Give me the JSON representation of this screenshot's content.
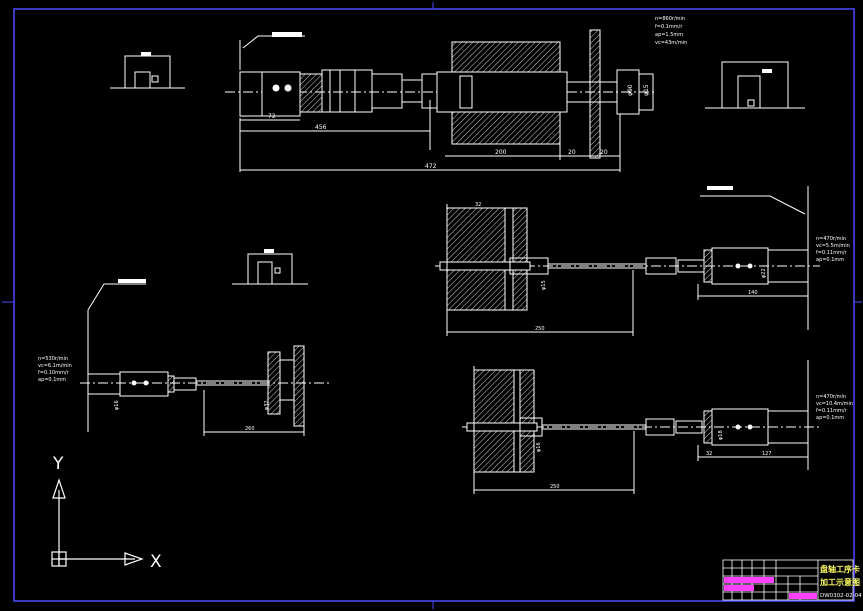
{
  "colors": {
    "background": "#000000",
    "line": "#ffffff",
    "frame": "#4a4aff",
    "text": "#ffffff",
    "title": "#ffff66",
    "magenta": "#ff40ff",
    "hatch": "#cfcfcf"
  },
  "main_view": {
    "dims": [
      "72",
      "456",
      "200",
      "20",
      "20",
      "472",
      "φ90",
      "φ15"
    ],
    "params": [
      "n=860r/min",
      "f=0.1mm/r",
      "ap=1.5mm",
      "vc=43m/min"
    ]
  },
  "view_2": {
    "dims": [
      "φ16",
      "260",
      "φ32"
    ],
    "params": [
      "n=530r/min",
      "vc=6.1m/min",
      "f=0.10mm/r",
      "ap=0.1mm"
    ]
  },
  "view_3": {
    "dims": [
      "32",
      "φ15",
      "φ22",
      "140",
      "250"
    ],
    "params": [
      "n=470r/min",
      "vc=5.5m/min",
      "f=0.11mm/r",
      "ap=0.1mm"
    ]
  },
  "view_4": {
    "dims": [
      "φ16",
      "φ18",
      "32",
      "127",
      "250"
    ],
    "params": [
      "n=470r/min",
      "vc=10.4m/min",
      "f=0.11mm/r",
      "ap=0.1mm"
    ]
  },
  "axes": {
    "y_label": "Y",
    "x_label": "X"
  },
  "title_block": {
    "line1": "盘轴工序卡",
    "line2": "加工示意图",
    "line3": "DW0302-02-04"
  }
}
